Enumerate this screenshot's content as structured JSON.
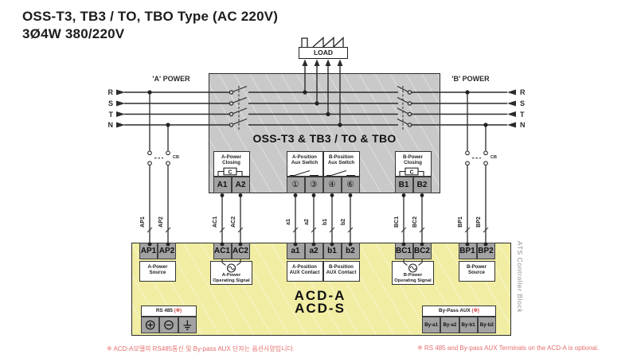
{
  "title": {
    "line1": "OSS-T3, TB3 / TO, TBO Type (AC 220V)",
    "line2": "3Ø4W 380/220V"
  },
  "load_label": "LOAD",
  "power_a": {
    "label": "'A' POWER",
    "cb": "CB",
    "phases": [
      "R",
      "S",
      "T",
      "N"
    ]
  },
  "power_b": {
    "label": "'B' POWER",
    "cb": "CB",
    "phases": [
      "R",
      "S",
      "T",
      "N"
    ]
  },
  "switch_block": {
    "title": "OSS-T3 & TB3 / TO & TBO",
    "groups": [
      {
        "label": "A-Power Closing",
        "symbol": "coil",
        "symbol_letter": "C",
        "terminals": [
          "A1",
          "A2"
        ]
      },
      {
        "label": "A-Position Aux Switch",
        "symbol": "switch-contact",
        "terminals": [
          "①",
          "③"
        ]
      },
      {
        "label": "B-Position Aux Switch",
        "symbol": "switch-contact",
        "terminals": [
          "④",
          "⑥"
        ]
      },
      {
        "label": "B-Power Closing",
        "symbol": "coil",
        "symbol_letter": "C",
        "terminals": [
          "B1",
          "B2"
        ]
      }
    ]
  },
  "wire_labels": [
    "AP1",
    "AP2",
    "AC1",
    "AC2",
    "a1",
    "a2",
    "b1",
    "b2",
    "BC1",
    "BC2",
    "BP1",
    "BP2"
  ],
  "controller": {
    "model_line1": "ACD-A",
    "model_line2": "ACD-S",
    "side_label": "ATS Controller Block",
    "groups": [
      {
        "terminals": [
          "AP1",
          "AP2"
        ],
        "label": "A-Power Source"
      },
      {
        "terminals": [
          "AC1",
          "AC2"
        ],
        "label": "A-Power Operating Signal",
        "symbol": "lamp"
      },
      {
        "terminals": [
          "a1",
          "a2"
        ],
        "label": "A-Position AUX Contact"
      },
      {
        "terminals": [
          "b1",
          "b2"
        ],
        "label": "B-Position AUX Contact"
      },
      {
        "terminals": [
          "BC1",
          "BC2"
        ],
        "label": "B-Power Operating Signal",
        "symbol": "lamp"
      },
      {
        "terminals": [
          "BP1",
          "BP2"
        ],
        "label": "B-Power Source"
      }
    ],
    "rs485": {
      "label": "RS 485",
      "mark": "(※)",
      "terminal_icons": [
        "plus-terminal",
        "minus-terminal",
        "earth-ground-terminal"
      ]
    },
    "bypass": {
      "label": "By-Pass AUX",
      "mark": "(※)",
      "terminals": [
        "By-a1",
        "By-a2",
        "By-b1",
        "By-b2"
      ]
    }
  },
  "notes": {
    "korean": "※ ACD-A모델의 RS485통신 및 By-pass AUX 단자는 옵션사양입니다.",
    "english": "※ RS 485 and By-pass AUX Terminals on the ACD-A is optional."
  },
  "colors": {
    "wire": "#2b2b2b",
    "switch_block_fill": "#c9c9c9",
    "terminal_fill": "#a2a2a2",
    "controller_fill": "#f1eda3",
    "note_red": "#e56e6e",
    "mark_red": "#cc4444"
  }
}
